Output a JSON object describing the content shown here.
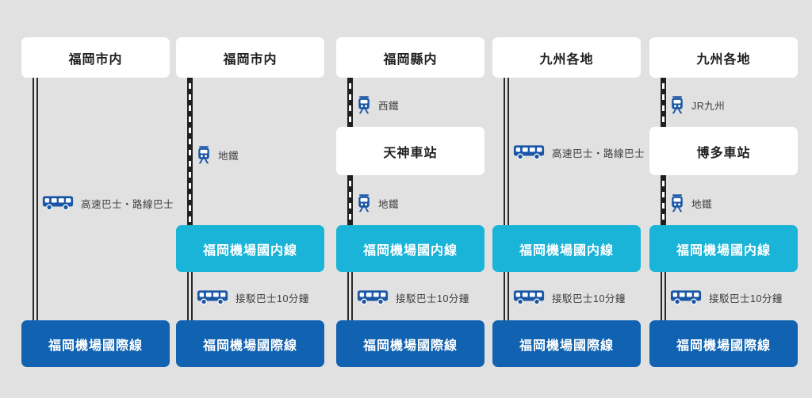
{
  "diagram": {
    "description_hint": "routes to Fukuoka Airport international terminal",
    "colors": {
      "background": "#e1e1e1",
      "origin_box": "#ffffff",
      "domestic_terminal_box": "#19b4d8",
      "international_terminal_box": "#1163b1",
      "icon_blue": "#1a56a6",
      "line_black": "#1f1f1f",
      "label_text": "#3d3d3d",
      "heading_text": "#1f1f1f"
    },
    "columns": [
      {
        "origin": "福岡市内",
        "station": null,
        "domestic": null,
        "international": "福岡機場國際線",
        "legs": [
          {
            "mode": "bus",
            "line": "double-solid",
            "label": "高速巴士・路線巴士"
          }
        ]
      },
      {
        "origin": "福岡市内",
        "station": null,
        "domestic": "福岡機場國内線",
        "international": "福岡機場國際線",
        "legs": [
          {
            "mode": "metro",
            "line": "railway",
            "label": "地鐵"
          },
          {
            "mode": "bus",
            "line": "double-solid",
            "label": "接駁巴士10分鐘"
          }
        ]
      },
      {
        "origin": "福岡縣内",
        "station": "天神車站",
        "domestic": "福岡機場國内線",
        "international": "福岡機場國際線",
        "legs": [
          {
            "mode": "train",
            "line": "railway",
            "label": "西鐵"
          },
          {
            "mode": "metro",
            "line": "railway",
            "label": "地鐵"
          },
          {
            "mode": "bus",
            "line": "double-solid",
            "label": "接駁巴士10分鐘"
          }
        ]
      },
      {
        "origin": "九州各地",
        "station": null,
        "domestic": "福岡機場國内線",
        "international": "福岡機場國際線",
        "legs": [
          {
            "mode": "bus",
            "line": "double-solid",
            "label": "高速巴士・路線巴士"
          },
          {
            "mode": "bus",
            "line": "double-solid",
            "label": "接駁巴士10分鐘"
          }
        ]
      },
      {
        "origin": "九州各地",
        "station": "博多車站",
        "domestic": "福岡機場國内線",
        "international": "福岡機場國際線",
        "legs": [
          {
            "mode": "train",
            "line": "railway",
            "label": "JR九州"
          },
          {
            "mode": "metro",
            "line": "railway",
            "label": "地鐵"
          },
          {
            "mode": "bus",
            "line": "double-solid",
            "label": "接駁巴士10分鐘"
          }
        ]
      }
    ]
  }
}
